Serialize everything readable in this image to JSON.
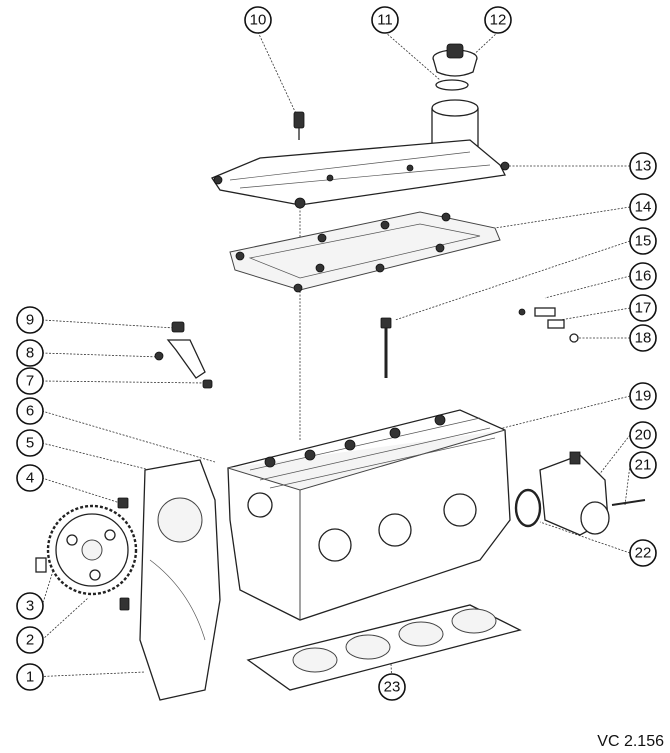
{
  "callouts": [
    {
      "label": "1"
    },
    {
      "label": "2"
    },
    {
      "label": "3"
    },
    {
      "label": "4"
    },
    {
      "label": "5"
    },
    {
      "label": "6"
    },
    {
      "label": "7"
    },
    {
      "label": "8"
    },
    {
      "label": "9"
    },
    {
      "label": "10"
    },
    {
      "label": "11"
    },
    {
      "label": "12"
    },
    {
      "label": "13"
    },
    {
      "label": "14"
    },
    {
      "label": "15"
    },
    {
      "label": "16"
    },
    {
      "label": "17"
    },
    {
      "label": "18"
    },
    {
      "label": "19"
    },
    {
      "label": "20"
    },
    {
      "label": "21"
    },
    {
      "label": "22"
    },
    {
      "label": "23"
    }
  ],
  "reference_code": "VC 2.156"
}
